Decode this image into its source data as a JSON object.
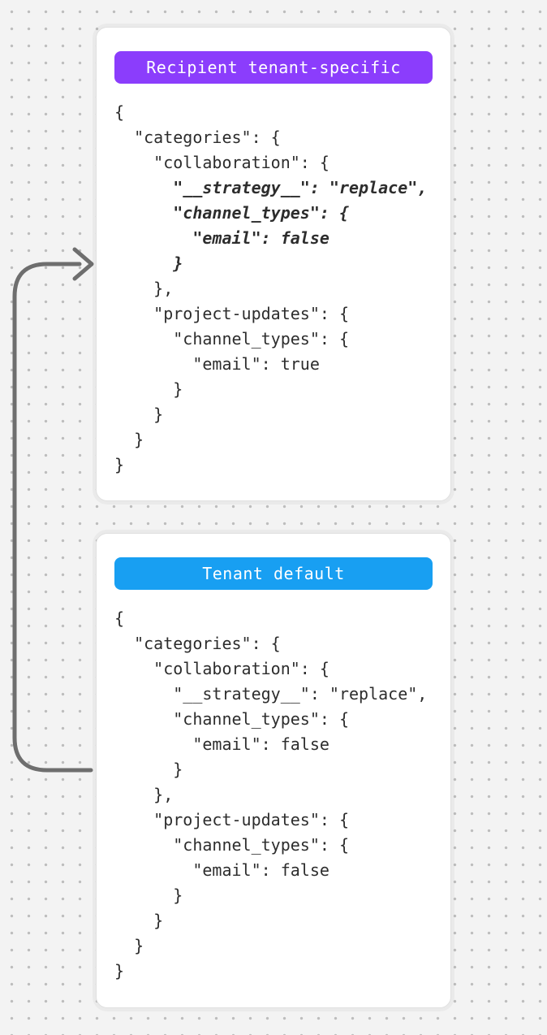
{
  "background": {
    "color": "#f3f3f3",
    "dot_color": "#bdbdbd"
  },
  "arrow": {
    "color": "#6e6e6e"
  },
  "cards": [
    {
      "badge": {
        "label": "Recipient tenant-specific",
        "color": "#8b3dfc",
        "text_color": "#ffffff"
      },
      "code_lines": [
        {
          "text": "{",
          "em": false
        },
        {
          "text": "  \"categories\": {",
          "em": false
        },
        {
          "text": "    \"collaboration\": {",
          "em": false
        },
        {
          "text": "      \"__strategy__\": \"replace\",",
          "em": true
        },
        {
          "text": "      \"channel_types\": {",
          "em": true
        },
        {
          "text": "        \"email\": false",
          "em": true
        },
        {
          "text": "      }",
          "em": true
        },
        {
          "text": "    },",
          "em": false
        },
        {
          "text": "    \"project-updates\": {",
          "em": false
        },
        {
          "text": "      \"channel_types\": {",
          "em": false
        },
        {
          "text": "        \"email\": true",
          "em": false
        },
        {
          "text": "      }",
          "em": false
        },
        {
          "text": "    }",
          "em": false
        },
        {
          "text": "  }",
          "em": false
        },
        {
          "text": "}",
          "em": false
        }
      ]
    },
    {
      "badge": {
        "label": "Tenant default",
        "color": "#189ff2",
        "text_color": "#ffffff"
      },
      "code_lines": [
        {
          "text": "{",
          "em": false
        },
        {
          "text": "  \"categories\": {",
          "em": false
        },
        {
          "text": "    \"collaboration\": {",
          "em": false
        },
        {
          "text": "      \"__strategy__\": \"replace\",",
          "em": false
        },
        {
          "text": "      \"channel_types\": {",
          "em": false
        },
        {
          "text": "        \"email\": false",
          "em": false
        },
        {
          "text": "      }",
          "em": false
        },
        {
          "text": "    },",
          "em": false
        },
        {
          "text": "    \"project-updates\": {",
          "em": false
        },
        {
          "text": "      \"channel_types\": {",
          "em": false
        },
        {
          "text": "        \"email\": false",
          "em": false
        },
        {
          "text": "      }",
          "em": false
        },
        {
          "text": "    }",
          "em": false
        },
        {
          "text": "  }",
          "em": false
        },
        {
          "text": "}",
          "em": false
        }
      ]
    }
  ]
}
